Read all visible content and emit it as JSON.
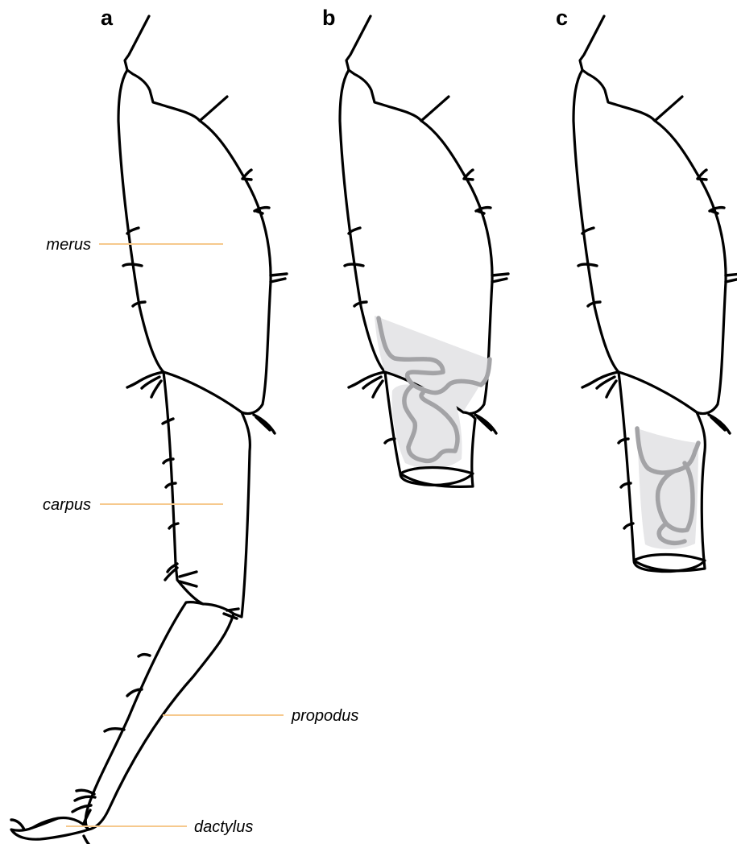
{
  "panels": {
    "a": {
      "label": "a"
    },
    "b": {
      "label": "b"
    },
    "c": {
      "label": "c"
    }
  },
  "segments": {
    "merus": "merus",
    "carpus": "carpus",
    "propodus": "propodus",
    "dactylus": "dactylus"
  },
  "colors": {
    "outline": "#000000",
    "leader_line": "#f6c98d",
    "gland_fill": "#e6e6e8",
    "gland_duct": "#a3a3a6"
  }
}
